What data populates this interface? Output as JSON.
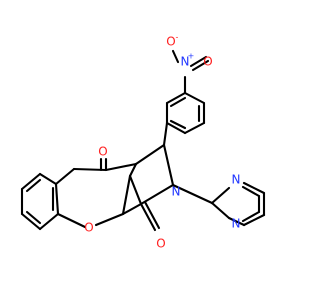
{
  "molecule": {
    "atoms": [
      {
        "id": "nitro-n",
        "symbol": "N",
        "charge": "+",
        "color": "#1f35ff"
      },
      {
        "id": "nitro-o-top",
        "symbol": "O",
        "charge": "-",
        "color": "#ff1f1f"
      },
      {
        "id": "nitro-o-right",
        "symbol": "O",
        "charge": "",
        "color": "#ff1f1f"
      },
      {
        "id": "pyrrole-n",
        "symbol": "N",
        "charge": "",
        "color": "#1f35ff"
      },
      {
        "id": "pyrimidine-n-top",
        "symbol": "N",
        "charge": "",
        "color": "#1f35ff"
      },
      {
        "id": "pyrimidine-n-bottom",
        "symbol": "N",
        "charge": "",
        "color": "#1f35ff"
      },
      {
        "id": "ketone-o-top",
        "symbol": "O",
        "charge": "",
        "color": "#ff1f1f"
      },
      {
        "id": "ketone-o-bottom",
        "symbol": "O",
        "charge": "",
        "color": "#ff1f1f"
      },
      {
        "id": "ring-o",
        "symbol": "O",
        "charge": "",
        "color": "#ff1f1f"
      }
    ]
  }
}
